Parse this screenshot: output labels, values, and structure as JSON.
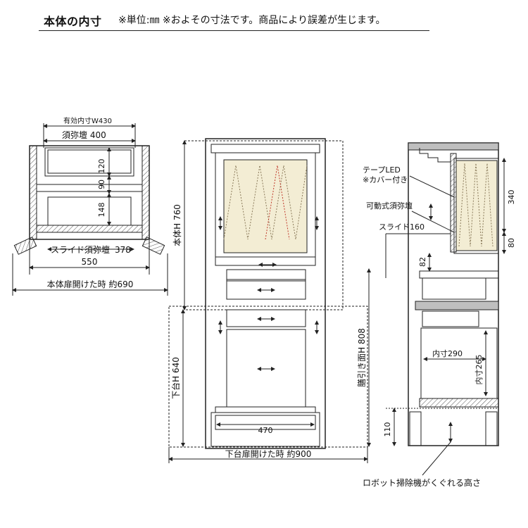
{
  "header": {
    "title": "本体の内寸",
    "note": "※単位:㎜ ※およその寸法です。商品により誤差が生じます。"
  },
  "top_view": {
    "effective_inner_width": "有効内寸W430",
    "shumidan_width": "須弥壇 400",
    "dim_120": "120",
    "dim_90": "90",
    "dim_148": "148",
    "slide_shumidan": "スライド須弥壇",
    "slide_shumidan_value": "378",
    "width_550": "550",
    "body_door_open": "本体扉開けた時 約690"
  },
  "front_view": {
    "body_height": "本体H 760",
    "lower_height": "下台H 640",
    "drawer_surface_height": "膳引き面H 808",
    "base_inner_width": "470",
    "lower_door_open": "下台扉開けた時 約900"
  },
  "side_view": {
    "tape_led": "テープLED",
    "cover_included": "※カバー付き",
    "movable_shumidan": "可動式須弥壇",
    "slide_160": "スライド160",
    "dim_340": "340",
    "dim_80": "80",
    "dim_82": "82",
    "inner_290": "内寸290",
    "inner_265": "内寸265",
    "dim_110": "110",
    "robot_clearance": "ロボット掃除機がくぐれる高さ"
  },
  "colors": {
    "line": "#222222",
    "panel_fill": "#f3edd4",
    "gray_fill": "#bfbfbf",
    "red_accent": "#c0392b"
  }
}
